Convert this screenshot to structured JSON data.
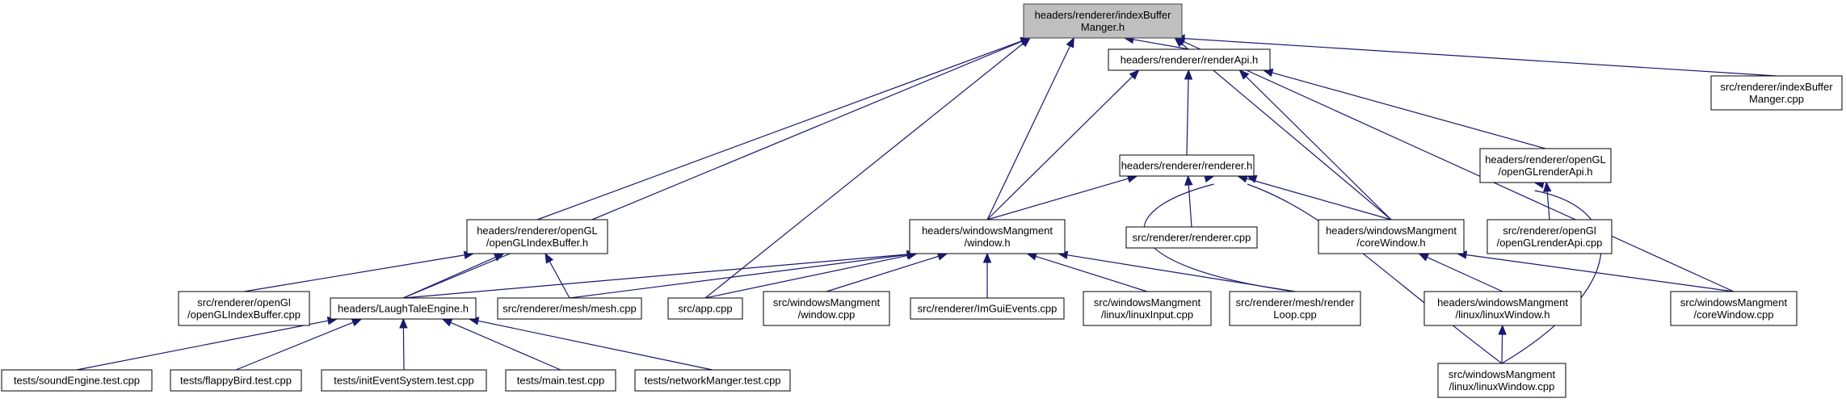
{
  "colors": {
    "edge": "#191970",
    "root_fill": "#bfbfbf",
    "node_border": "#000000"
  },
  "nodes": {
    "root": [
      "headers/renderer/indexBuffer",
      "Manger.h"
    ],
    "renderApi_h": [
      "headers/renderer/renderApi.h"
    ],
    "indexBuffer_cpp": [
      "src/renderer/indexBuffer",
      "Manger.cpp"
    ],
    "renderer_h": [
      "headers/renderer/renderer.h"
    ],
    "openGLrenderApi_h": [
      "headers/renderer/openGL",
      "/openGLrenderApi.h"
    ],
    "openGLIndexBuffer_h": [
      "headers/renderer/openGL",
      "/openGLIndexBuffer.h"
    ],
    "window_h": [
      "headers/windowsMangment",
      "/window.h"
    ],
    "renderer_cpp": [
      "src/renderer/renderer.cpp"
    ],
    "coreWindow_h": [
      "headers/windowsMangment",
      "/coreWindow.h"
    ],
    "openGLrenderApi_cpp": [
      "src/renderer/openGl",
      "/openGLrenderApi.cpp"
    ],
    "openGLIndexBuffer_cpp": [
      "src/renderer/openGl",
      "/openGLIndexBuffer.cpp"
    ],
    "laughTale_h": [
      "headers/LaughTaleEngine.h"
    ],
    "mesh_cpp": [
      "src/renderer/mesh/mesh.cpp"
    ],
    "app_cpp": [
      "src/app.cpp"
    ],
    "window_cpp": [
      "src/windowsMangment",
      "/window.cpp"
    ],
    "imgui_cpp": [
      "src/renderer/ImGuiEvents.cpp"
    ],
    "linuxInput_cpp": [
      "src/windowsMangment",
      "/linux/linuxInput.cpp"
    ],
    "renderLoop_cpp": [
      "src/renderer/mesh/render",
      "Loop.cpp"
    ],
    "linuxWindow_h": [
      "headers/windowsMangment",
      "/linux/linuxWindow.h"
    ],
    "coreWindow_cpp": [
      "src/windowsMangment",
      "/coreWindow.cpp"
    ],
    "soundEngine": [
      "tests/soundEngine.test.cpp"
    ],
    "flappyBird": [
      "tests/flappyBird.test.cpp"
    ],
    "initEvent": [
      "tests/initEventSystem.test.cpp"
    ],
    "mainTest": [
      "tests/main.test.cpp"
    ],
    "networkManger": [
      "tests/networkManger.test.cpp"
    ],
    "linuxWindow_cpp": [
      "src/windowsMangment",
      "/linux/linuxWindow.cpp"
    ]
  },
  "edges": [
    [
      "renderApi_h",
      "root"
    ],
    [
      "indexBuffer_cpp",
      "root"
    ],
    [
      "openGLIndexBuffer_h",
      "root"
    ],
    [
      "window_h",
      "root"
    ],
    [
      "coreWindow_h",
      "root"
    ],
    [
      "laughTale_h",
      "root"
    ],
    [
      "app_cpp",
      "root"
    ],
    [
      "coreWindow_cpp",
      "root"
    ],
    [
      "renderer_h",
      "renderApi_h"
    ],
    [
      "openGLrenderApi_h",
      "renderApi_h"
    ],
    [
      "window_h",
      "renderApi_h"
    ],
    [
      "coreWindow_h",
      "renderApi_h"
    ],
    [
      "window_h",
      "renderer_h"
    ],
    [
      "renderer_cpp",
      "renderer_h"
    ],
    [
      "coreWindow_h",
      "renderer_h"
    ],
    [
      "renderLoop_cpp",
      "renderer_h"
    ],
    [
      "linuxWindow_cpp",
      "renderer_h"
    ],
    [
      "openGLrenderApi_cpp",
      "openGLrenderApi_h"
    ],
    [
      "linuxWindow_cpp",
      "openGLrenderApi_h"
    ],
    [
      "openGLIndexBuffer_cpp",
      "openGLIndexBuffer_h"
    ],
    [
      "laughTale_h",
      "openGLIndexBuffer_h"
    ],
    [
      "mesh_cpp",
      "openGLIndexBuffer_h"
    ],
    [
      "laughTale_h",
      "window_h"
    ],
    [
      "mesh_cpp",
      "window_h"
    ],
    [
      "app_cpp",
      "window_h"
    ],
    [
      "window_cpp",
      "window_h"
    ],
    [
      "imgui_cpp",
      "window_h"
    ],
    [
      "linuxInput_cpp",
      "window_h"
    ],
    [
      "renderLoop_cpp",
      "window_h"
    ],
    [
      "linuxWindow_h",
      "coreWindow_h"
    ],
    [
      "coreWindow_cpp",
      "coreWindow_h"
    ],
    [
      "linuxWindow_cpp",
      "linuxWindow_h"
    ],
    [
      "soundEngine",
      "laughTale_h"
    ],
    [
      "flappyBird",
      "laughTale_h"
    ],
    [
      "initEvent",
      "laughTale_h"
    ],
    [
      "mainTest",
      "laughTale_h"
    ],
    [
      "networkManger",
      "laughTale_h"
    ]
  ]
}
